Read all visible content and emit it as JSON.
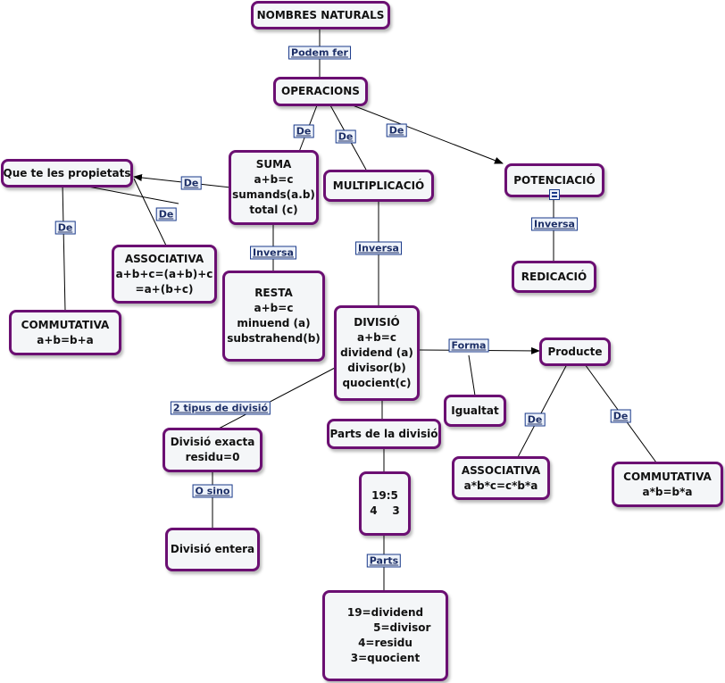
{
  "nodes": {
    "nombres": [
      "NOMBRES NATURALS"
    ],
    "operacions": [
      "OPERACIONS"
    ],
    "suma": [
      "SUMA",
      "a+b=c",
      "sumands(a.b)",
      "total (c)"
    ],
    "multiplicacio": [
      "MULTIPLICACIÓ"
    ],
    "potenciacio": [
      "POTENCIACIÓ"
    ],
    "redicacio": [
      "REDICACIÓ"
    ],
    "propietats": [
      "Que te les propietats"
    ],
    "associativa1": [
      "ASSOCIATIVA",
      "a+b+c=(a+b)+c",
      "=a+(b+c)"
    ],
    "commutativa1": [
      "COMMUTATIVA",
      "a+b=b+a"
    ],
    "resta": [
      "RESTA",
      "a+b=c",
      "minuend (a)",
      "substrahend(b)"
    ],
    "divisio": [
      "DIVISIÓ",
      "a+b=c",
      "dividend (a)",
      "divisor(b)",
      "quocient(c)"
    ],
    "producte": [
      "Producte"
    ],
    "igualtat": [
      "Igualtat"
    ],
    "divexacta": [
      "Divisió exacta",
      "residu=0"
    ],
    "divsentera": [
      "Divisió entera"
    ],
    "partsdivisio": [
      "Parts de la divisió"
    ],
    "exemple": [
      "19:5",
      "4    3"
    ],
    "resultat": [
      "19=dividend",
      "         5=divisor",
      "4=residu",
      "3=quocient"
    ],
    "associativa2": [
      "ASSOCIATIVA",
      "a*b*c=c*b*a"
    ],
    "commutativa2": [
      "COMMUTATIVA",
      "a*b=b*a"
    ]
  },
  "links": {
    "podem_fer": "Podem fer",
    "de_suma": "De",
    "de_mult": "De",
    "de_pot": "De",
    "de_prop": "De",
    "de_assoc1": "De",
    "de_comm1": "De",
    "inversa_resta": "Inversa",
    "inversa_div": "Inversa",
    "inversa_redic": "Inversa",
    "forma": "Forma",
    "tipus": "2 tipus de divisió",
    "o_sino": "O sino",
    "parts": "Parts",
    "de_assoc2": "De",
    "de_comm2": "De"
  }
}
